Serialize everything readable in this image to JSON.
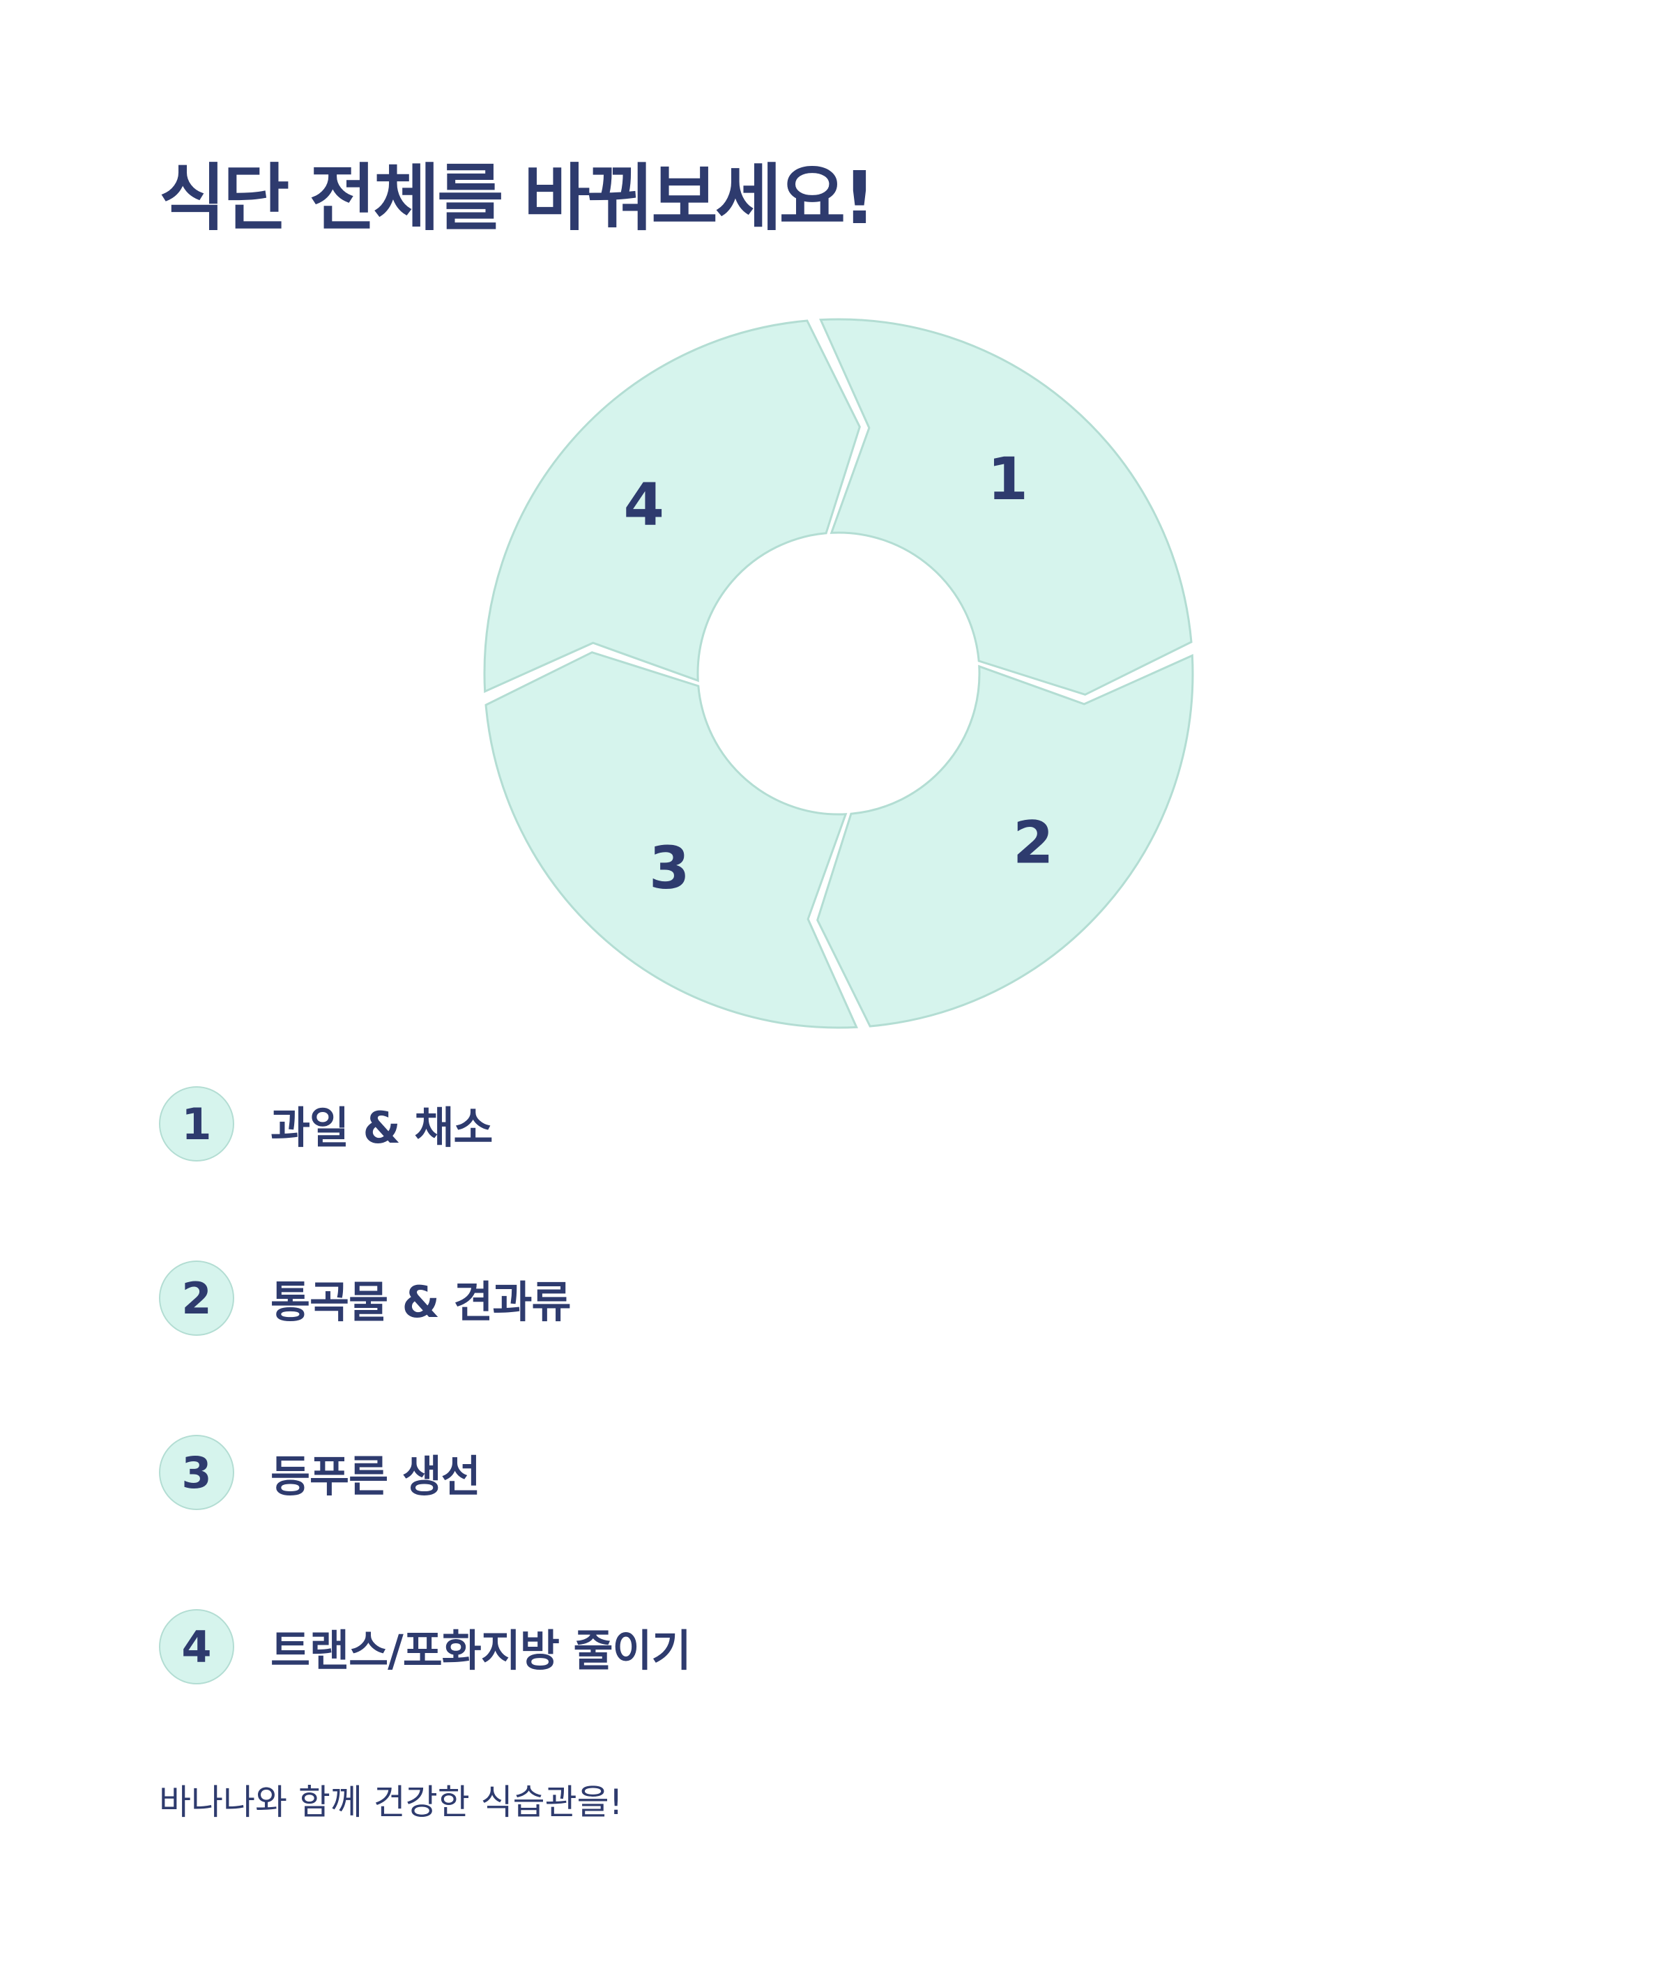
{
  "title": "식단 전체를 바꿔보세요!",
  "cycle": {
    "segments": [
      {
        "number": "1"
      },
      {
        "number": "2"
      },
      {
        "number": "3"
      },
      {
        "number": "4"
      }
    ],
    "colors": {
      "fill": "#d6f4ed",
      "stroke": "#b3ddd3",
      "text": "#2e3b6e"
    }
  },
  "steps": [
    {
      "number": "1",
      "label": "과일 & 채소"
    },
    {
      "number": "2",
      "label": "통곡물 & 견과류"
    },
    {
      "number": "3",
      "label": "등푸른 생선"
    },
    {
      "number": "4",
      "label": "트랜스/포화지방 줄이기"
    }
  ],
  "footer": "바나나와 함께 건강한 식습관을!"
}
